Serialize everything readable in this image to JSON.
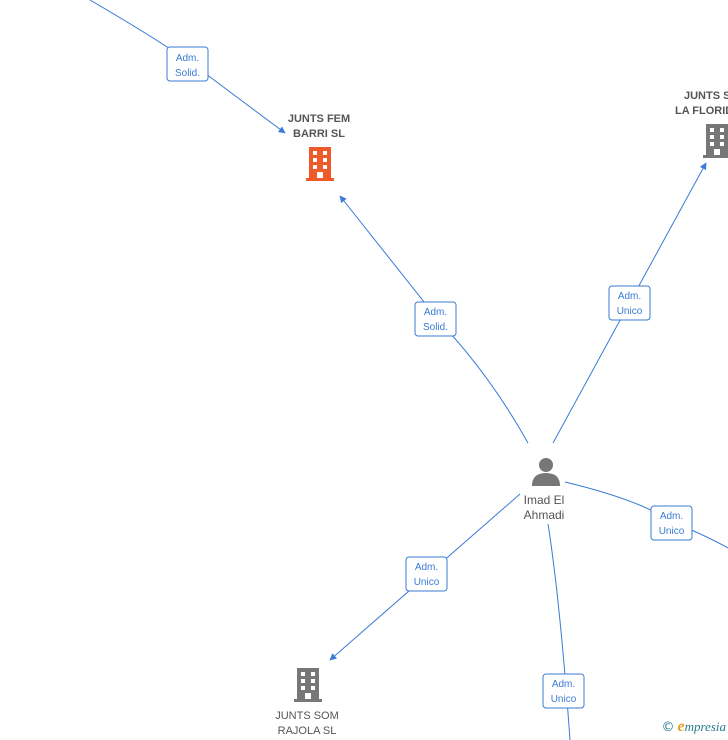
{
  "nodes": {
    "junts_fem": {
      "label_lines": [
        "JUNTS FEM",
        "BARRI  SL"
      ],
      "type": "company",
      "color": "#f05a28"
    },
    "junts_florida": {
      "label_lines": [
        "JUNTS S",
        "LA FLORID"
      ],
      "type": "company",
      "color": "#777777"
    },
    "imad": {
      "label_lines": [
        "Imad El",
        "Ahmadi"
      ],
      "type": "person",
      "color": "#777777"
    },
    "junts_som": {
      "label_lines": [
        "JUNTS SOM",
        "RAJOLA  SL"
      ],
      "type": "company",
      "color": "#777777"
    }
  },
  "edges": [
    {
      "id": "e_offtop",
      "label_lines": [
        "Adm.",
        "Solid."
      ]
    },
    {
      "id": "e_imad_fem",
      "label_lines": [
        "Adm.",
        "Solid."
      ]
    },
    {
      "id": "e_imad_florida",
      "label_lines": [
        "Adm.",
        "Unico"
      ]
    },
    {
      "id": "e_imad_right",
      "label_lines": [
        "Adm.",
        "Unico"
      ]
    },
    {
      "id": "e_imad_som",
      "label_lines": [
        "Adm.",
        "Unico"
      ]
    },
    {
      "id": "e_imad_bottom",
      "label_lines": [
        "Adm.",
        "Unico"
      ]
    }
  ],
  "watermark": {
    "copyright": "©",
    "brand_initial": "e",
    "brand_rest": "mpresia"
  },
  "colors": {
    "edge": "#3a7bd5",
    "company_highlight": "#f05a28",
    "company": "#777777",
    "person": "#777777"
  }
}
